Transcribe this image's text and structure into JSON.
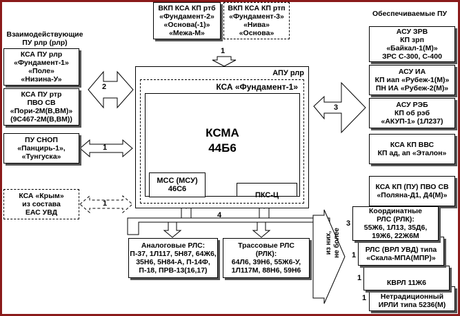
{
  "top_boxes": [
    {
      "lines": [
        "ВКП КСА КП ртб",
        "«Фундамент-2»",
        "«Основа(-1)»",
        "«Межа-М»"
      ]
    },
    {
      "lines": [
        "ВКП КСА КП ртп",
        "«Фундамент-3»",
        "«Нива»",
        "«Основа»"
      ]
    }
  ],
  "left_header": [
    "Взаимодействующие",
    "ПУ рлр (рлр)"
  ],
  "left_boxes": [
    {
      "lines": [
        "КСА ПУ  рлр",
        "«Фундамент-1»",
        "«Поле»",
        "«Низина-У»"
      ]
    },
    {
      "lines": [
        "КСА ПУ ртр",
        "ПВО СВ",
        "«Пори-2М(В,ВМ)»",
        "(9С467-2М(В,ВМ))"
      ]
    },
    {
      "lines": [
        "ПУ СНОП",
        "«Панцирь-1»,",
        "«Тунгуска»"
      ]
    },
    {
      "lines": [
        "КСА «Крым»",
        "из состава",
        "ЕАС УВД"
      ]
    }
  ],
  "right_header": "Обеспечиваемые ПУ",
  "right_boxes": [
    {
      "lines": [
        "АСУ ЗРВ",
        "КП зрп",
        "«Байкал-1(М)»",
        "ЗРС С-300, С-400"
      ]
    },
    {
      "lines": [
        "АСУ ИА",
        "КП иап «Рубеж-1(М)»",
        "ПН ИА «Рубеж-2(М)»"
      ]
    },
    {
      "lines": [
        "АСУ РЭБ",
        "КП об рэб",
        "«АКУП-1» (1Л237)"
      ]
    },
    {
      "lines": [
        "КСА КП ВВС",
        "КП ад, ап «Эталон»"
      ]
    },
    {
      "lines": [
        "КСА КП (ПУ) ПВО СВ",
        "«Поляна-Д1, Д4(М)»"
      ]
    }
  ],
  "center": {
    "apu_label": "АПУ рлр",
    "ksa_label": "КСА «Фундамент-1»",
    "ksma_lines": [
      "КСМА",
      "44Б6"
    ],
    "mss_lines": [
      "МСС (МСУ)",
      "46С6"
    ],
    "pks_label": "ПКС-Ц"
  },
  "bottom_boxes": [
    {
      "lines": [
        "Аналоговые РЛС:",
        "П-37, 1Л117, 5Н87, 64Ж6,",
        "35Н6, 5Н84-А, П-14Ф,",
        "П-18, ПРВ-13(16,17)"
      ]
    },
    {
      "lines": [
        "Трассовые РЛС",
        "(РЛК):",
        "64Л6, 39Н6, 55Ж6-У,",
        "1Л117М, 88Н6, 59Н6"
      ]
    }
  ],
  "stack": {
    "side_text": [
      "из них,",
      "не более"
    ],
    "cards": [
      {
        "count": "3",
        "lines": [
          "Координатные",
          "РЛС (РЛК):",
          "55Ж6, 1Л13, 35Д6,",
          "19Ж6, 22Ж6М"
        ]
      },
      {
        "count": "1",
        "lines": [
          "РЛС (ВРЛ УВД) типа",
          "«Скала-МПА(МПР)»"
        ]
      },
      {
        "count": "1",
        "lines": [
          "КВРЛ 11Ж6"
        ]
      },
      {
        "count": "1",
        "lines": [
          "Нетрадиционный",
          "ИРЛИ типа 5236(М)"
        ]
      }
    ]
  },
  "arrow_labels": {
    "top": "1",
    "left_2": "2",
    "left_1": "1",
    "left_1_dashed": "1",
    "right_3": "3",
    "bottom_4": "4"
  }
}
